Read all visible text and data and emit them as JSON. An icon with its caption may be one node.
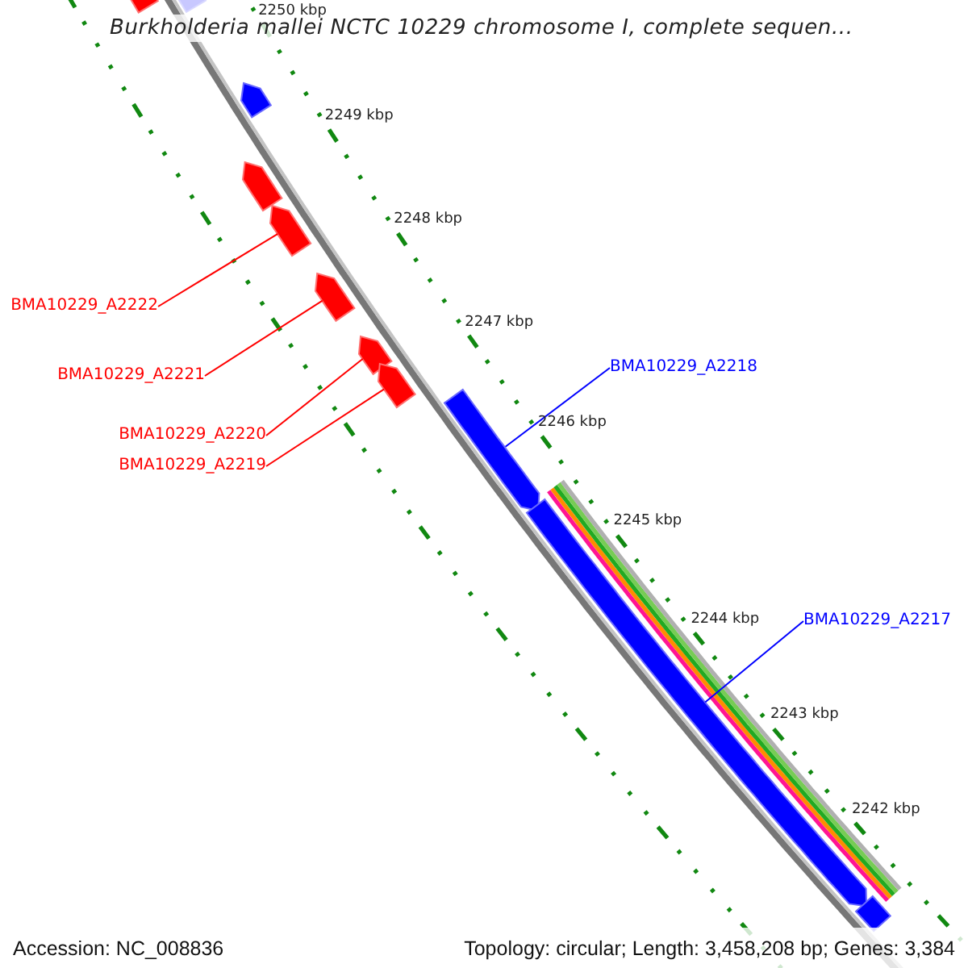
{
  "diagram": {
    "title": "Burkholderia mallei NCTC 10229 chromosome I, complete sequen...",
    "nodes": [
      {
        "text": [
          "BMA10229_A2222"
        ]
      },
      {
        "text": [
          "BMA10229_A2218"
        ]
      },
      {
        "text": [
          "BMA10229_A2221"
        ]
      },
      {
        "text": [
          "BMA10229_A2220"
        ]
      },
      {
        "text": [
          "BMA10229_A2219"
        ]
      },
      {
        "text": [
          "BMA10229_A2217"
        ]
      },
      {
        "text": [],
        "shape": "pentagon"
      },
      {
        "text": [],
        "shape": "pentagon"
      },
      {
        "text": [],
        "shape": "pentagon"
      },
      {
        "text": [],
        "shape": "pentagon"
      },
      {
        "text": [],
        "shape": "pentagon"
      },
      {
        "text": [],
        "shape": "pentagon"
      },
      {
        "text": [],
        "shape": "pentagon"
      },
      {
        "text": [],
        "shape": "pentagon"
      },
      {
        "text": [],
        "shape": "pentagon"
      },
      {
        "text": [],
        "shape": "pentagon"
      },
      {
        "text": [],
        "shape": "bar"
      }
    ],
    "edges": [
      {
        "from": 0,
        "to": 10,
        "arrow": "none"
      },
      {
        "from": 1,
        "to": 14,
        "arrow": "none",
        "color": "#0000ff"
      },
      {
        "from": 2,
        "to": 11,
        "arrow": "none"
      },
      {
        "from": 3,
        "to": 12,
        "arrow": "none"
      },
      {
        "from": 4,
        "to": 13,
        "arrow": "none"
      },
      {
        "from": 5,
        "to": 15,
        "arrow": "none",
        "color": "#0000ff"
      }
    ],
    "labels": [
      "2250 kbp",
      "2249 kbp",
      "2248 kbp",
      "2247 kbp",
      "2246 kbp",
      "2245 kbp",
      "2244 kbp",
      "2243 kbp",
      "2242 kbp",
      "Accession: NC_008836",
      "Topology: circular; Length: 3,458,208 bp; Genes: 3,384"
    ]
  }
}
